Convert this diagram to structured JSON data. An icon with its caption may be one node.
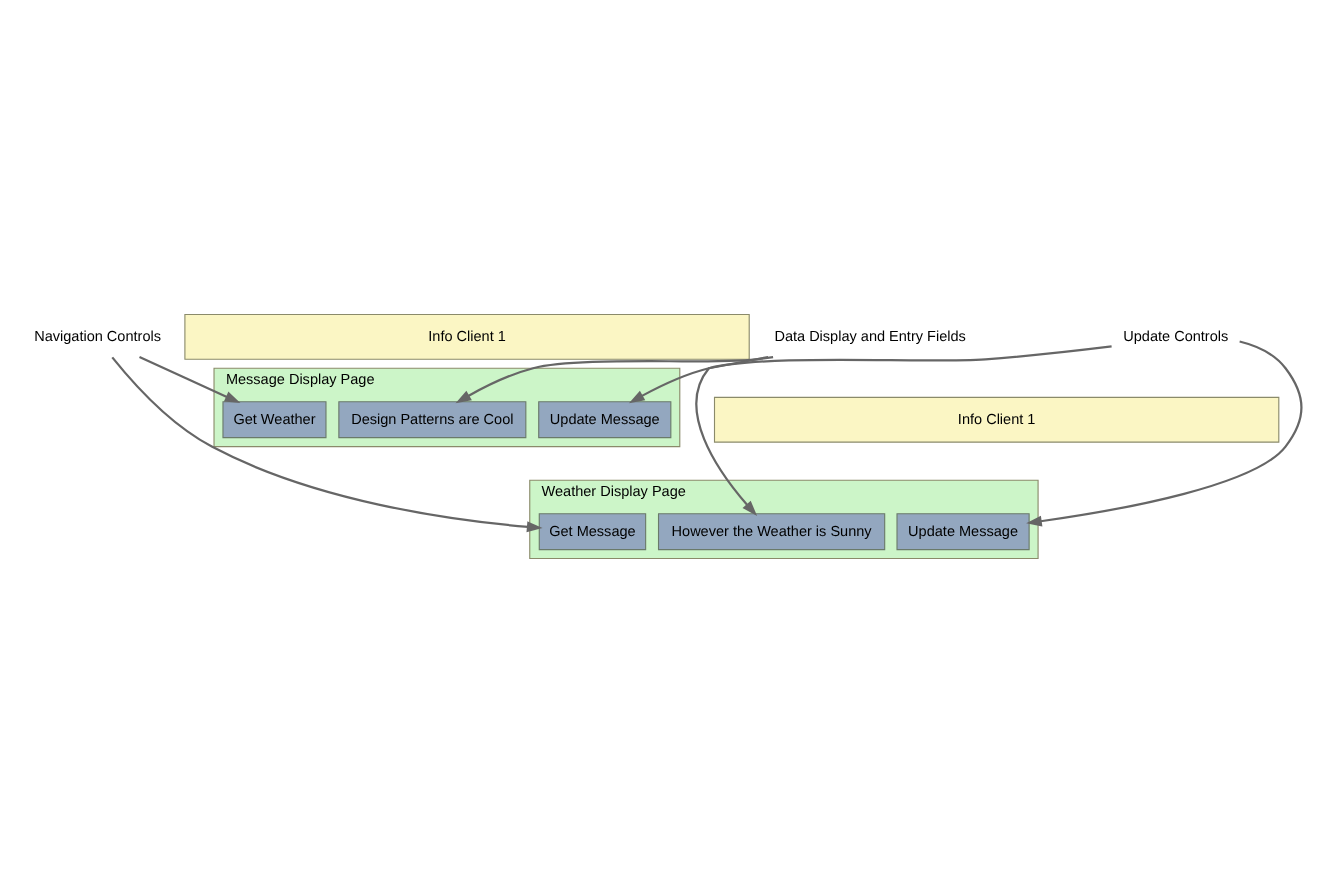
{
  "diagram": {
    "nodes": [
      {
        "text": [
          "Info Client 1"
        ]
      },
      {
        "text": [
          "Message Display Page"
        ]
      },
      {
        "text": [
          "Get Weather"
        ],
        "in": 1
      },
      {
        "text": [
          "Design Patterns are Cool"
        ],
        "in": 1
      },
      {
        "text": [
          "Update Message"
        ],
        "in": 1
      },
      {
        "text": [
          "Info Client 1"
        ]
      },
      {
        "text": [
          "Weather Display Page"
        ]
      },
      {
        "text": [
          "Get Message"
        ],
        "in": 6
      },
      {
        "text": [
          "However the Weather is Sunny"
        ],
        "in": 6
      },
      {
        "text": [
          "Update Message"
        ],
        "in": 6
      },
      {
        "text": [
          "Navigation Controls"
        ]
      },
      {
        "text": [
          "Data Display and Entry Fields"
        ]
      },
      {
        "text": [
          "Update Controls"
        ]
      }
    ],
    "edges": [
      {
        "from": 10,
        "to": 2,
        "arrow": "to"
      },
      {
        "from": 10,
        "to": 7,
        "arrow": "to"
      },
      {
        "from": 11,
        "to": 3,
        "arrow": "to"
      },
      {
        "from": 11,
        "to": 8,
        "arrow": "to"
      },
      {
        "from": 12,
        "to": 4,
        "arrow": "to"
      },
      {
        "from": 12,
        "to": 9,
        "arrow": "to"
      }
    ]
  }
}
